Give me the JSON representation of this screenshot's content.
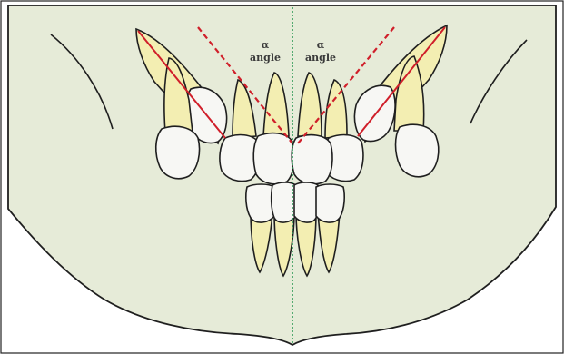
{
  "diagram": {
    "labels": [
      {
        "id": "left-angle",
        "symbol": "α",
        "text": "angle"
      },
      {
        "id": "right-angle",
        "symbol": "α",
        "text": "angle"
      }
    ],
    "colors": {
      "background": "#ffffff",
      "jaw_fill": "#e6ebd8",
      "jaw_outline": "#1f1f1f",
      "root_fill": "#f3eeb2",
      "crown_fill": "#f7f7f4",
      "axis_line": "#d01f2a",
      "midline": "#2f9a58"
    }
  }
}
